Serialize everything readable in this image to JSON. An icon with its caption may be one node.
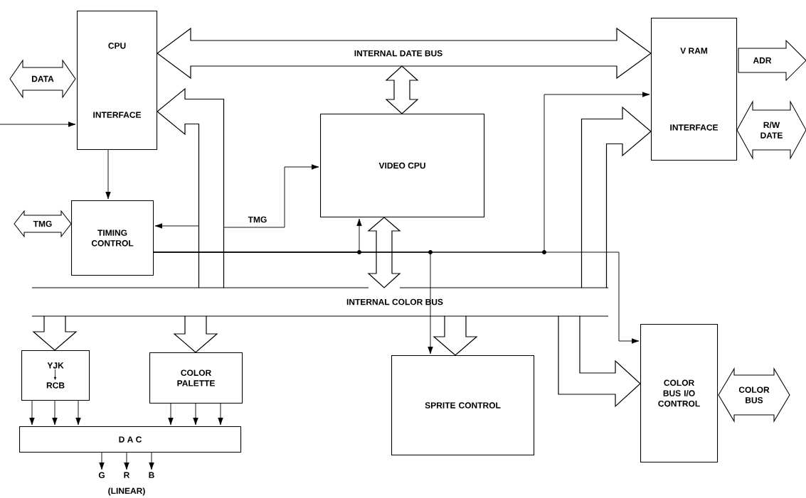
{
  "diagram": {
    "nodes": [
      {
        "text": [
          "CPU",
          "INTERFACE"
        ]
      },
      {
        "text": [
          "TIMING CONTROL"
        ]
      },
      {
        "text": [
          "VIDEO CPU"
        ]
      },
      {
        "text": [
          "V RAM",
          "INTERFACE"
        ]
      },
      {
        "text": [
          "YJK",
          "RCB"
        ]
      },
      {
        "text": [
          "COLOR PALETTE"
        ]
      },
      {
        "text": [
          "D A C"
        ]
      },
      {
        "text": [
          "SPRITE CONTROL"
        ]
      },
      {
        "text": [
          "COLOR BUS I/O CONTROL"
        ]
      },
      {
        "text": [
          "DATA"
        ]
      },
      {
        "text": [
          "TMG"
        ]
      },
      {
        "text": [
          "ADR"
        ]
      },
      {
        "text": [
          "R/W DATE"
        ]
      },
      {
        "text": [
          "COLOR BUS"
        ]
      },
      {
        "text": [
          "G"
        ]
      },
      {
        "text": [
          "R"
        ]
      },
      {
        "text": [
          "B"
        ]
      }
    ],
    "edges": [
      {
        "from": 0,
        "to": 3,
        "arrow": "both",
        "style": "thick",
        "label": "INTERNAL DATE BUS"
      },
      {
        "from": null,
        "to": 0,
        "arrow": "to"
      },
      {
        "from": 0,
        "to": 1,
        "arrow": "to"
      },
      {
        "from": null,
        "to": 2,
        "arrow": "both",
        "style": "thick"
      },
      {
        "from": null,
        "to": 1,
        "arrow": "to"
      },
      {
        "from": null,
        "to": 2,
        "arrow": "to",
        "label": "TMG"
      },
      {
        "from": 1,
        "to": 3,
        "arrow": "to"
      },
      {
        "from": 1,
        "to": 2,
        "arrow": "to"
      },
      {
        "from": 1,
        "to": 7,
        "arrow": "to"
      },
      {
        "from": 1,
        "to": 8,
        "arrow": "to"
      },
      {
        "from": 2,
        "to": null,
        "arrow": "both",
        "style": "thick"
      },
      {
        "from": null,
        "to": 3,
        "arrow": "to",
        "style": "thick"
      },
      {
        "from": null,
        "to": 0,
        "arrow": "to",
        "style": "thick"
      },
      {
        "from": null,
        "to": 4,
        "arrow": "to",
        "style": "thick"
      },
      {
        "from": null,
        "to": 5,
        "arrow": "to",
        "style": "thick"
      },
      {
        "from": null,
        "to": 7,
        "arrow": "to",
        "style": "thick"
      },
      {
        "from": null,
        "to": 8,
        "arrow": "to",
        "style": "thick"
      },
      {
        "from": 4,
        "to": 6,
        "arrow": "to"
      },
      {
        "from": 4,
        "to": 6,
        "arrow": "to"
      },
      {
        "from": 4,
        "to": 6,
        "arrow": "to"
      },
      {
        "from": 5,
        "to": 6,
        "arrow": "to"
      },
      {
        "from": 5,
        "to": 6,
        "arrow": "to"
      },
      {
        "from": 5,
        "to": 6,
        "arrow": "to"
      },
      {
        "from": 6,
        "to": 14,
        "arrow": "to"
      },
      {
        "from": 6,
        "to": 15,
        "arrow": "to"
      },
      {
        "from": 6,
        "to": 16,
        "arrow": "to"
      }
    ],
    "labels": [
      "INTERNAL COLOR BUS",
      "(LINEAR)"
    ]
  }
}
